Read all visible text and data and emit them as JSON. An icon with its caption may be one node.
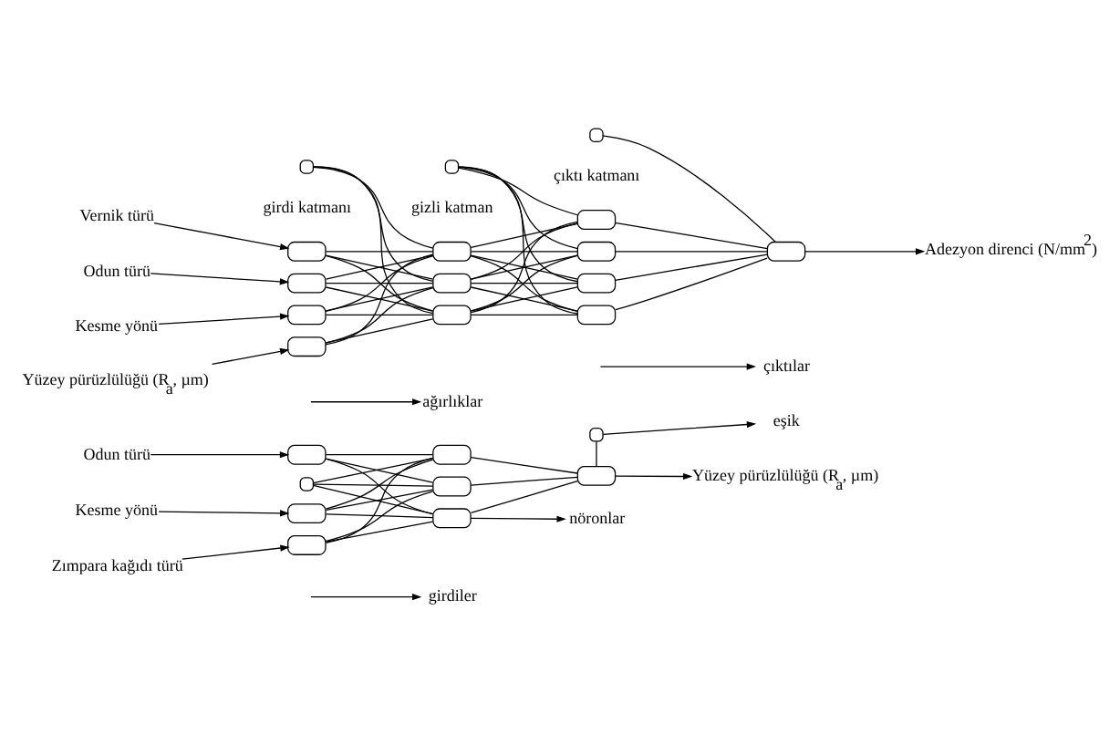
{
  "diagram": {
    "nodes": [
      {
        "text": [
          "girdiler"
        ]
      },
      {
        "text": [
          "ağırlıklar"
        ]
      },
      {
        "text": [
          "nöronlar"
        ]
      },
      {
        "text": [
          "çıktılar"
        ]
      },
      {
        "text": [
          "Odun türü"
        ]
      },
      {
        "text": [
          "Kesme yönü"
        ]
      },
      {
        "text": [
          "Zımpara kağıdı türü"
        ]
      },
      {
        "text": [],
        "shape": "box"
      },
      {
        "text": [],
        "shape": "box"
      },
      {
        "text": [],
        "shape": "box"
      },
      {
        "text": [],
        "shape": "box"
      },
      {
        "text": [],
        "shape": "box"
      },
      {
        "text": [],
        "shape": "box"
      },
      {
        "text": [],
        "shape": "box"
      },
      {
        "text": [
          "Yüzey pürüzlülüğü (R$_{a}$, µm)"
        ]
      },
      {
        "text": [],
        "shape": "box"
      },
      {
        "text": [],
        "shape": "box"
      },
      {
        "text": [
          "eşik"
        ]
      },
      {
        "text": [
          "Vernik türü"
        ]
      },
      {
        "text": [
          "Odun türü"
        ]
      },
      {
        "text": [
          "Kesme yönü"
        ]
      },
      {
        "text": [
          "Yüzey pürüzlülüğü (R$_{a}$, µm)"
        ]
      },
      {
        "text": [],
        "shape": "box"
      },
      {
        "text": [],
        "shape": "box"
      },
      {
        "text": [],
        "shape": "box"
      },
      {
        "text": [],
        "shape": "box"
      },
      {
        "text": [],
        "shape": "box"
      },
      {
        "text": [],
        "shape": "box"
      },
      {
        "text": [],
        "shape": "box"
      },
      {
        "text": [],
        "shape": "box"
      },
      {
        "text": [],
        "shape": "box"
      },
      {
        "text": [],
        "shape": "box"
      },
      {
        "text": [],
        "shape": "box"
      },
      {
        "text": [],
        "shape": "box"
      },
      {
        "text": [
          "Adezyon direnci (N/mm$^{2}$)"
        ]
      },
      {
        "text": [],
        "shape": "box"
      },
      {
        "text": [],
        "shape": "box"
      },
      {
        "text": [],
        "shape": "box"
      }
    ],
    "edges": [
      {
        "from": 4,
        "to": 7,
        "arrow": "to"
      },
      {
        "from": 5,
        "to": 8,
        "arrow": "to"
      },
      {
        "from": 6,
        "to": 9,
        "arrow": "to"
      },
      {
        "from": 7,
        "to": 10,
        "arrow": "none"
      },
      {
        "from": 7,
        "to": 11,
        "arrow": "none"
      },
      {
        "from": 7,
        "to": 12,
        "arrow": "none"
      },
      {
        "from": 8,
        "to": 10,
        "arrow": "none"
      },
      {
        "from": 8,
        "to": 11,
        "arrow": "none"
      },
      {
        "from": 8,
        "to": 12,
        "arrow": "none"
      },
      {
        "from": 9,
        "to": 10,
        "arrow": "none"
      },
      {
        "from": 9,
        "to": 11,
        "arrow": "none"
      },
      {
        "from": 9,
        "to": 12,
        "arrow": "none"
      },
      {
        "from": 15,
        "to": 10,
        "arrow": "none"
      },
      {
        "from": 15,
        "to": 11,
        "arrow": "none"
      },
      {
        "from": 15,
        "to": 12,
        "arrow": "none"
      },
      {
        "from": 10,
        "to": 13,
        "arrow": "none"
      },
      {
        "from": 11,
        "to": 13,
        "arrow": "none"
      },
      {
        "from": 12,
        "to": 13,
        "arrow": "none"
      },
      {
        "from": 16,
        "to": 13,
        "arrow": "none"
      },
      {
        "from": 13,
        "to": 14,
        "arrow": "to"
      },
      {
        "from": 16,
        "to": 17,
        "arrow": "to"
      },
      {
        "from": null,
        "to": 0,
        "arrow": "to"
      },
      {
        "from": null,
        "to": 1,
        "arrow": "to"
      },
      {
        "from": 10,
        "to": 2,
        "arrow": "to"
      },
      {
        "from": null,
        "to": 3,
        "arrow": "to"
      },
      {
        "from": 18,
        "to": 22,
        "arrow": "to"
      },
      {
        "from": 19,
        "to": 23,
        "arrow": "to"
      },
      {
        "from": 20,
        "to": 24,
        "arrow": "to"
      },
      {
        "from": 21,
        "to": 25,
        "arrow": "to"
      },
      {
        "from": 22,
        "to": 26,
        "arrow": "none"
      },
      {
        "from": 22,
        "to": 27,
        "arrow": "none"
      },
      {
        "from": 22,
        "to": 28,
        "arrow": "none"
      },
      {
        "from": 23,
        "to": 26,
        "arrow": "none"
      },
      {
        "from": 23,
        "to": 27,
        "arrow": "none"
      },
      {
        "from": 23,
        "to": 28,
        "arrow": "none"
      },
      {
        "from": 24,
        "to": 26,
        "arrow": "none"
      },
      {
        "from": 24,
        "to": 27,
        "arrow": "none"
      },
      {
        "from": 24,
        "to": 28,
        "arrow": "none"
      },
      {
        "from": 25,
        "to": 26,
        "arrow": "none"
      },
      {
        "from": 25,
        "to": 27,
        "arrow": "none"
      },
      {
        "from": 25,
        "to": 28,
        "arrow": "none"
      },
      {
        "from": 35,
        "to": 26,
        "arrow": "none"
      },
      {
        "from": 35,
        "to": 27,
        "arrow": "none"
      },
      {
        "from": 35,
        "to": 28,
        "arrow": "none"
      },
      {
        "from": 26,
        "to": 29,
        "arrow": "none"
      },
      {
        "from": 26,
        "to": 30,
        "arrow": "none"
      },
      {
        "from": 26,
        "to": 31,
        "arrow": "none"
      },
      {
        "from": 26,
        "to": 32,
        "arrow": "none"
      },
      {
        "from": 27,
        "to": 29,
        "arrow": "none"
      },
      {
        "from": 27,
        "to": 30,
        "arrow": "none"
      },
      {
        "from": 27,
        "to": 31,
        "arrow": "none"
      },
      {
        "from": 27,
        "to": 32,
        "arrow": "none"
      },
      {
        "from": 28,
        "to": 29,
        "arrow": "none"
      },
      {
        "from": 28,
        "to": 30,
        "arrow": "none"
      },
      {
        "from": 28,
        "to": 31,
        "arrow": "none"
      },
      {
        "from": 28,
        "to": 32,
        "arrow": "none"
      },
      {
        "from": 36,
        "to": 29,
        "arrow": "none"
      },
      {
        "from": 36,
        "to": 30,
        "arrow": "none"
      },
      {
        "from": 36,
        "to": 31,
        "arrow": "none"
      },
      {
        "from": 36,
        "to": 32,
        "arrow": "none"
      },
      {
        "from": 29,
        "to": 33,
        "arrow": "none"
      },
      {
        "from": 30,
        "to": 33,
        "arrow": "none"
      },
      {
        "from": 31,
        "to": 33,
        "arrow": "none"
      },
      {
        "from": 32,
        "to": 33,
        "arrow": "none"
      },
      {
        "from": 37,
        "to": 33,
        "arrow": "none"
      },
      {
        "from": 33,
        "to": 34,
        "arrow": "to"
      }
    ],
    "labels": [
      "girdi katmanı",
      "gizli katman",
      "çıktı katmanı"
    ]
  }
}
